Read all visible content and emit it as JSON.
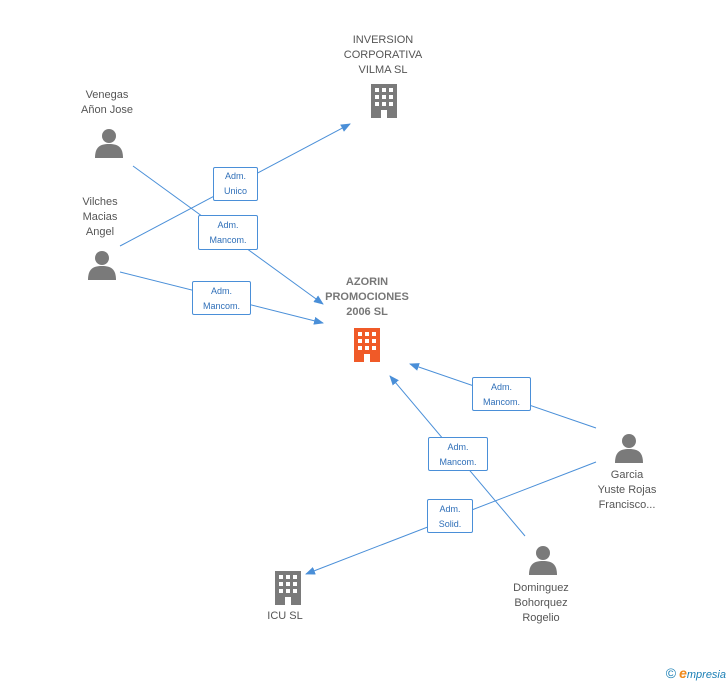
{
  "nodes": {
    "inversion": {
      "label": "INVERSION\nCORPORATIVA\nVILMA SL",
      "kind": "company"
    },
    "azorin": {
      "label": "AZORIN\nPROMOCIONES\n2006 SL",
      "kind": "company-main"
    },
    "icu": {
      "label": "ICU SL",
      "kind": "company"
    },
    "venegas": {
      "label": "Venegas\nAñon Jose",
      "kind": "person"
    },
    "vilches": {
      "label": "Vilches\nMacias\nAngel",
      "kind": "person"
    },
    "garcia": {
      "label": "Garcia\nYuste Rojas\nFrancisco...",
      "kind": "person"
    },
    "dominguez": {
      "label": "Dominguez\nBohorquez\nRogelio",
      "kind": "person"
    }
  },
  "edges": {
    "vilches_inversion": "Adm.\nUnico",
    "venegas_azorin": "Adm.\nMancom.",
    "vilches_azorin": "Adm.\nMancom.",
    "garcia_azorin": "Adm.\nMancom.",
    "dominguez_azorin": "Adm.\nMancom.",
    "garcia_icu": "Adm.\nSolid."
  },
  "colors": {
    "edge": "#4a8fd8",
    "icon_gray": "#7a7a7a",
    "icon_main": "#f05a28"
  },
  "watermark": {
    "copyright": "©",
    "brand_initial": "e",
    "brand_rest": "mpresia"
  }
}
